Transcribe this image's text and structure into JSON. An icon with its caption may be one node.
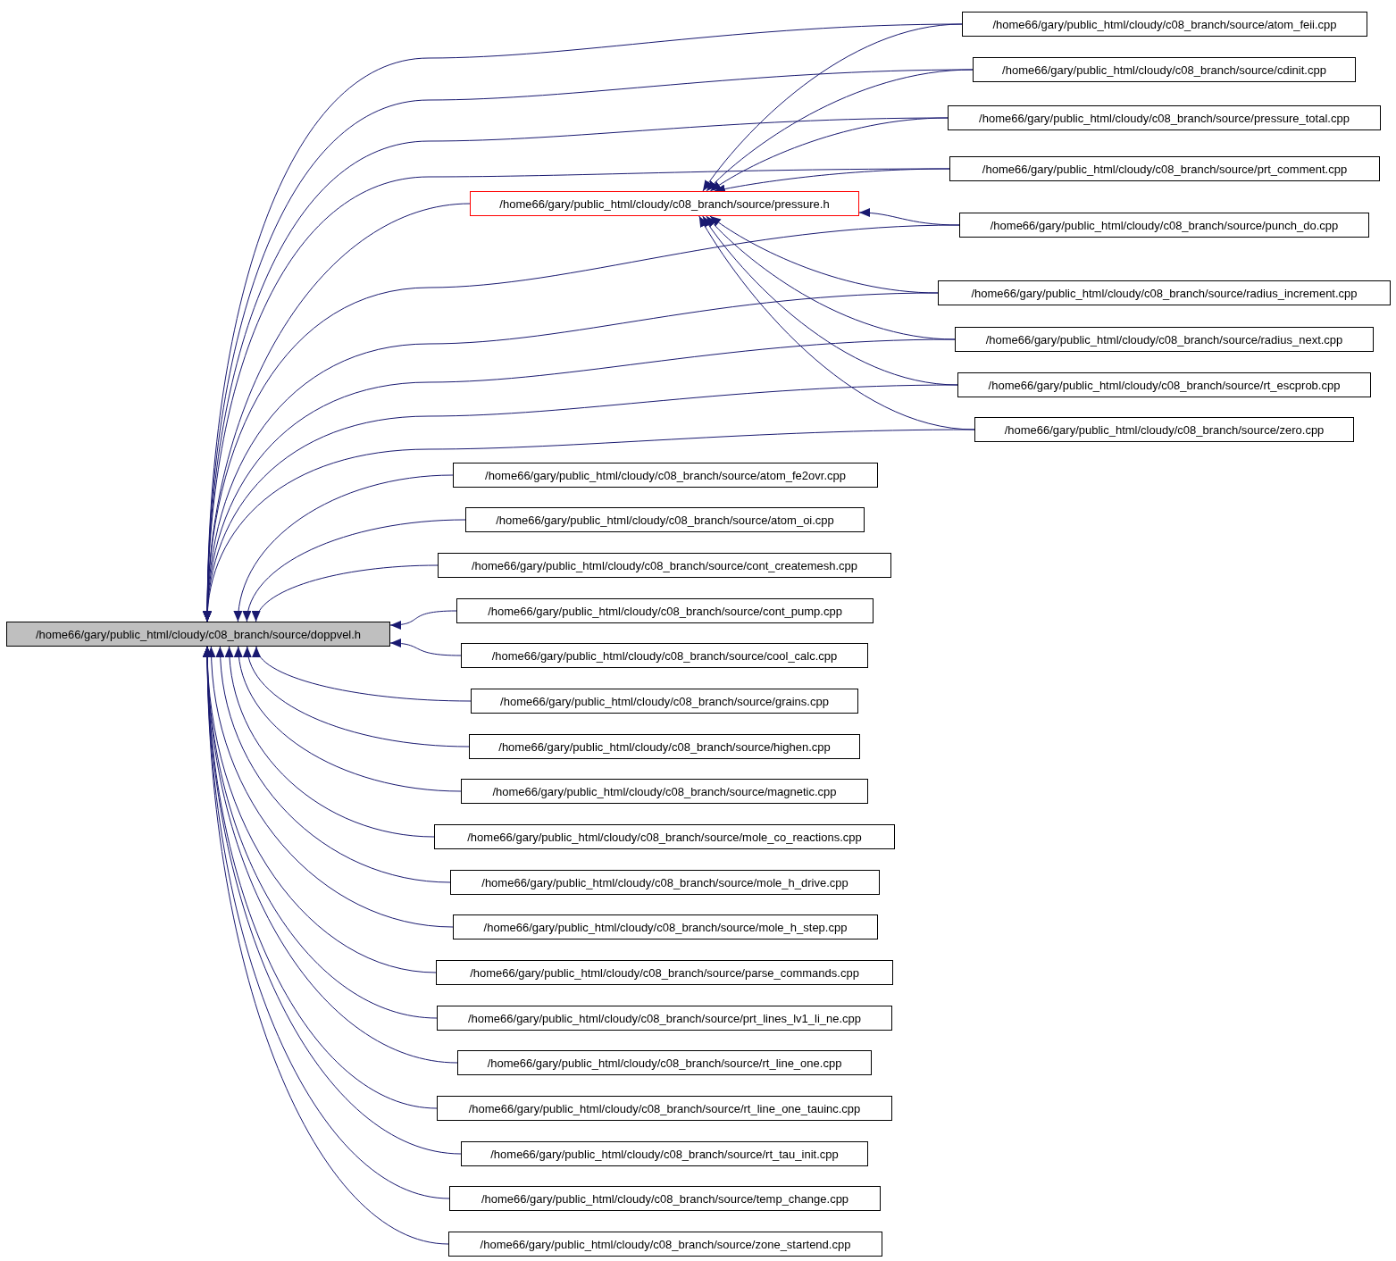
{
  "diagram": {
    "nodes": [
      {
        "text": [
          "/home66/gary/public_html/cloudy/c08_branch/source/doppvel.h"
        ]
      },
      {
        "text": [
          "/home66/gary/public_html/cloudy/c08_branch/source/pressure.h"
        ]
      },
      {
        "text": [
          "/home66/gary/public_html/cloudy/c08_branch/source/atom_feii.cpp"
        ]
      },
      {
        "text": [
          "/home66/gary/public_html/cloudy/c08_branch/source/cdinit.cpp"
        ]
      },
      {
        "text": [
          "/home66/gary/public_html/cloudy/c08_branch/source/pressure_total.cpp"
        ]
      },
      {
        "text": [
          "/home66/gary/public_html/cloudy/c08_branch/source/prt_comment.cpp"
        ]
      },
      {
        "text": [
          "/home66/gary/public_html/cloudy/c08_branch/source/punch_do.cpp"
        ]
      },
      {
        "text": [
          "/home66/gary/public_html/cloudy/c08_branch/source/radius_increment.cpp"
        ]
      },
      {
        "text": [
          "/home66/gary/public_html/cloudy/c08_branch/source/radius_next.cpp"
        ]
      },
      {
        "text": [
          "/home66/gary/public_html/cloudy/c08_branch/source/rt_escprob.cpp"
        ]
      },
      {
        "text": [
          "/home66/gary/public_html/cloudy/c08_branch/source/zero.cpp"
        ]
      },
      {
        "text": [
          "/home66/gary/public_html/cloudy/c08_branch/source/atom_fe2ovr.cpp"
        ]
      },
      {
        "text": [
          "/home66/gary/public_html/cloudy/c08_branch/source/atom_oi.cpp"
        ]
      },
      {
        "text": [
          "/home66/gary/public_html/cloudy/c08_branch/source/cont_createmesh.cpp"
        ]
      },
      {
        "text": [
          "/home66/gary/public_html/cloudy/c08_branch/source/cont_pump.cpp"
        ]
      },
      {
        "text": [
          "/home66/gary/public_html/cloudy/c08_branch/source/cool_calc.cpp"
        ]
      },
      {
        "text": [
          "/home66/gary/public_html/cloudy/c08_branch/source/grains.cpp"
        ]
      },
      {
        "text": [
          "/home66/gary/public_html/cloudy/c08_branch/source/highen.cpp"
        ]
      },
      {
        "text": [
          "/home66/gary/public_html/cloudy/c08_branch/source/magnetic.cpp"
        ]
      },
      {
        "text": [
          "/home66/gary/public_html/cloudy/c08_branch/source/mole_co_reactions.cpp"
        ]
      },
      {
        "text": [
          "/home66/gary/public_html/cloudy/c08_branch/source/mole_h_drive.cpp"
        ]
      },
      {
        "text": [
          "/home66/gary/public_html/cloudy/c08_branch/source/mole_h_step.cpp"
        ]
      },
      {
        "text": [
          "/home66/gary/public_html/cloudy/c08_branch/source/parse_commands.cpp"
        ]
      },
      {
        "text": [
          "/home66/gary/public_html/cloudy/c08_branch/source/prt_lines_lv1_li_ne.cpp"
        ]
      },
      {
        "text": [
          "/home66/gary/public_html/cloudy/c08_branch/source/rt_line_one.cpp"
        ]
      },
      {
        "text": [
          "/home66/gary/public_html/cloudy/c08_branch/source/rt_line_one_tauinc.cpp"
        ]
      },
      {
        "text": [
          "/home66/gary/public_html/cloudy/c08_branch/source/rt_tau_init.cpp"
        ]
      },
      {
        "text": [
          "/home66/gary/public_html/cloudy/c08_branch/source/temp_change.cpp"
        ]
      },
      {
        "text": [
          "/home66/gary/public_html/cloudy/c08_branch/source/zone_startend.cpp"
        ]
      }
    ],
    "edges": [
      {
        "from": 1,
        "to": 0,
        "arrow": "to"
      },
      {
        "from": 2,
        "to": 0,
        "arrow": "to"
      },
      {
        "from": 2,
        "to": 1,
        "arrow": "to"
      },
      {
        "from": 3,
        "to": 0,
        "arrow": "to"
      },
      {
        "from": 3,
        "to": 1,
        "arrow": "to"
      },
      {
        "from": 4,
        "to": 0,
        "arrow": "to"
      },
      {
        "from": 4,
        "to": 1,
        "arrow": "to"
      },
      {
        "from": 5,
        "to": 0,
        "arrow": "to"
      },
      {
        "from": 5,
        "to": 1,
        "arrow": "to"
      },
      {
        "from": 6,
        "to": 0,
        "arrow": "to"
      },
      {
        "from": 6,
        "to": 1,
        "arrow": "to"
      },
      {
        "from": 7,
        "to": 0,
        "arrow": "to"
      },
      {
        "from": 7,
        "to": 1,
        "arrow": "to"
      },
      {
        "from": 8,
        "to": 0,
        "arrow": "to"
      },
      {
        "from": 8,
        "to": 1,
        "arrow": "to"
      },
      {
        "from": 9,
        "to": 0,
        "arrow": "to"
      },
      {
        "from": 9,
        "to": 1,
        "arrow": "to"
      },
      {
        "from": 10,
        "to": 0,
        "arrow": "to"
      },
      {
        "from": 10,
        "to": 1,
        "arrow": "to"
      },
      {
        "from": 11,
        "to": 0,
        "arrow": "to"
      },
      {
        "from": 12,
        "to": 0,
        "arrow": "to"
      },
      {
        "from": 13,
        "to": 0,
        "arrow": "to"
      },
      {
        "from": 14,
        "to": 0,
        "arrow": "to"
      },
      {
        "from": 15,
        "to": 0,
        "arrow": "to"
      },
      {
        "from": 16,
        "to": 0,
        "arrow": "to"
      },
      {
        "from": 17,
        "to": 0,
        "arrow": "to"
      },
      {
        "from": 18,
        "to": 0,
        "arrow": "to"
      },
      {
        "from": 19,
        "to": 0,
        "arrow": "to"
      },
      {
        "from": 20,
        "to": 0,
        "arrow": "to"
      },
      {
        "from": 21,
        "to": 0,
        "arrow": "to"
      },
      {
        "from": 22,
        "to": 0,
        "arrow": "to"
      },
      {
        "from": 23,
        "to": 0,
        "arrow": "to"
      },
      {
        "from": 24,
        "to": 0,
        "arrow": "to"
      },
      {
        "from": 25,
        "to": 0,
        "arrow": "to"
      },
      {
        "from": 26,
        "to": 0,
        "arrow": "to"
      },
      {
        "from": 27,
        "to": 0,
        "arrow": "to"
      },
      {
        "from": 28,
        "to": 0,
        "arrow": "to"
      }
    ]
  }
}
